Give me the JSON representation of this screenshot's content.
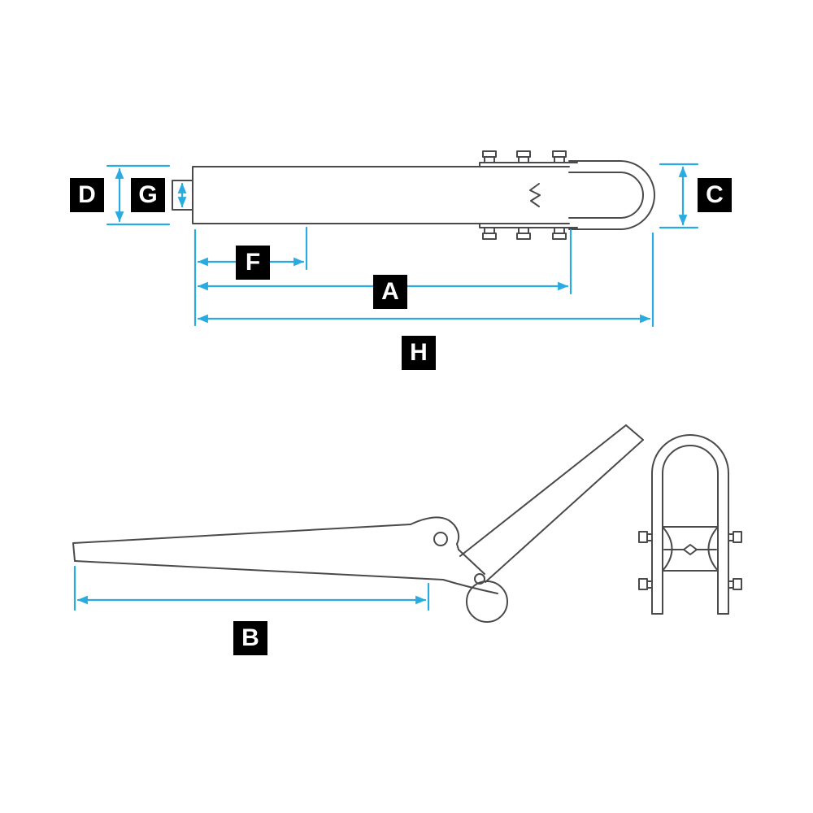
{
  "diagram": {
    "labels": {
      "D": "D",
      "G": "G",
      "C": "C",
      "F": "F",
      "A": "A",
      "H": "H",
      "B": "B"
    },
    "colors": {
      "dimension_line": "#29ABE2",
      "label_background": "#000000",
      "label_text": "#FFFFFF",
      "part_outline": "#4A4A4C",
      "background": "#FFFFFF"
    }
  }
}
